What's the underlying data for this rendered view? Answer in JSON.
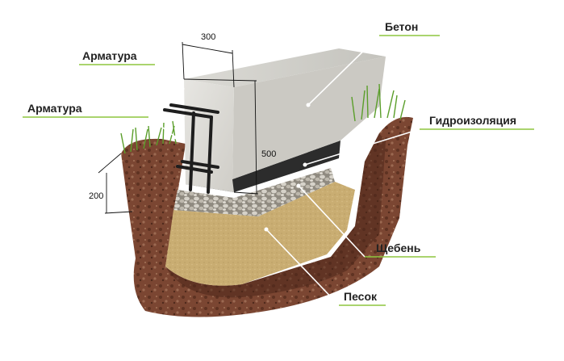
{
  "labels": {
    "rebar_top": "Арматура",
    "rebar_bottom": "Арматура",
    "concrete": "Бетон",
    "waterproofing": "Гидроизоляция",
    "gravel": "Щебень",
    "sand": "Песок"
  },
  "dimensions": {
    "width": "300",
    "height": "500",
    "base": "200"
  },
  "colors": {
    "label_underline": "#8dc63f",
    "leader_line": "#ffffff",
    "concrete": "#d9d8d3",
    "membrane": "#2c2c2c",
    "gravel": "#c7c2b8",
    "sand": "#c8ac70",
    "soil": "#7a4530",
    "grass": "#5a9e2a"
  }
}
